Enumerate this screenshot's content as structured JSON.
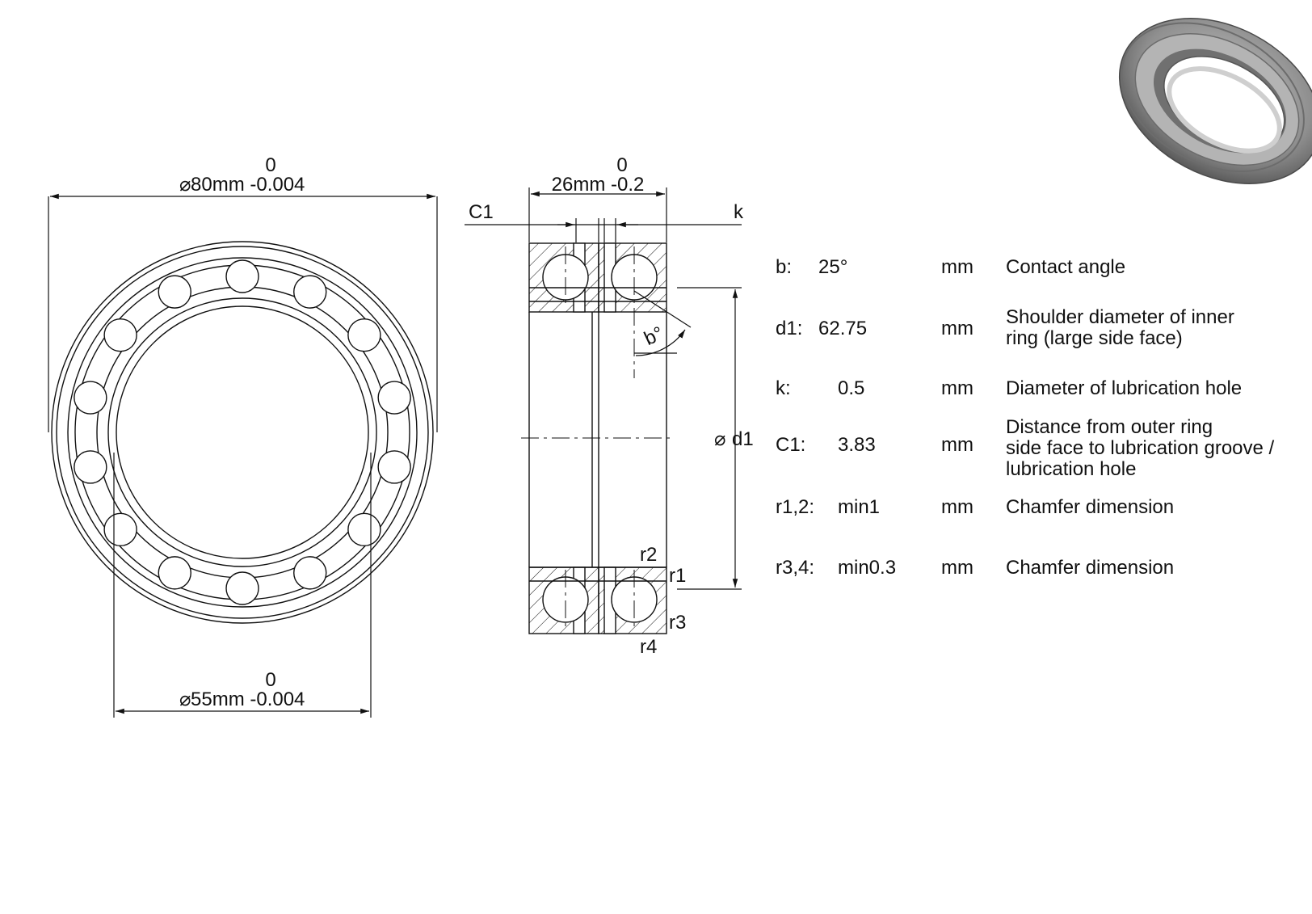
{
  "front_view": {
    "outer_diameter": "80mm -0.004",
    "outer_upper_tol": "0",
    "inner_diameter": "55mm -0.004",
    "inner_upper_tol": "0",
    "diameter_symbol": "⌀"
  },
  "section_view": {
    "width": "26mm -0.2",
    "width_upper_tol": "0",
    "c1_label": "C1",
    "k_label": "k",
    "angle_label": "b°",
    "d1_label": "d1",
    "r1_label": "r1",
    "r2_label": "r2",
    "r3_label": "r3",
    "r4_label": "r4"
  },
  "specs": [
    {
      "key": "b:",
      "value": "25°",
      "unit": "mm",
      "description": "Contact angle"
    },
    {
      "key": "d1:",
      "value": "62.75",
      "unit": "mm",
      "description": "Shoulder diameter of inner\nring (large side face)"
    },
    {
      "key": "k:",
      "value": "0.5",
      "unit": "mm",
      "description": "Diameter of lubrication hole"
    },
    {
      "key": "C1:",
      "value": "3.83",
      "unit": "mm",
      "description": "Distance from outer ring\nside face to lubrication groove /\nlubrication hole"
    },
    {
      "key": "r1,2:",
      "value": "min1",
      "unit": "mm",
      "description": "Chamfer dimension"
    },
    {
      "key": "r3,4:",
      "value": "min0.3",
      "unit": "mm",
      "description": "Chamfer dimension"
    }
  ],
  "colors": {
    "line": "#111111",
    "render_body": "#9a9a9a",
    "render_shadow": "#5e5e5e"
  }
}
